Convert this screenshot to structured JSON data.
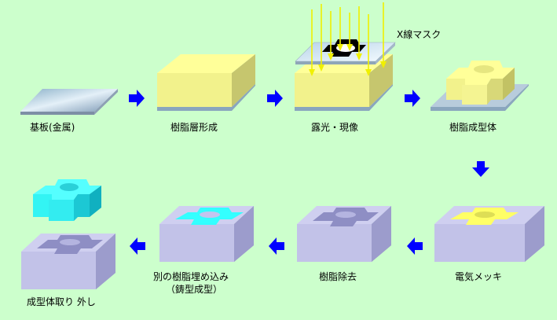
{
  "steps": [
    "基板(金属)",
    "樹脂層形成",
    "露光・現像",
    "樹脂成型体",
    "電気メッキ",
    "樹脂除去",
    "別の樹脂埋め込み",
    "成型体取り 外し"
  ],
  "step7_sub": "（鋳型成型）",
  "mask_label": "X線マスク",
  "colors": {
    "background": "#ccffcc",
    "resin": "#ffff99",
    "metal_block": "#c9c9ee",
    "plated_metal": "#33ffff",
    "arrow": "#0000ff",
    "xray": "#ffff00"
  }
}
